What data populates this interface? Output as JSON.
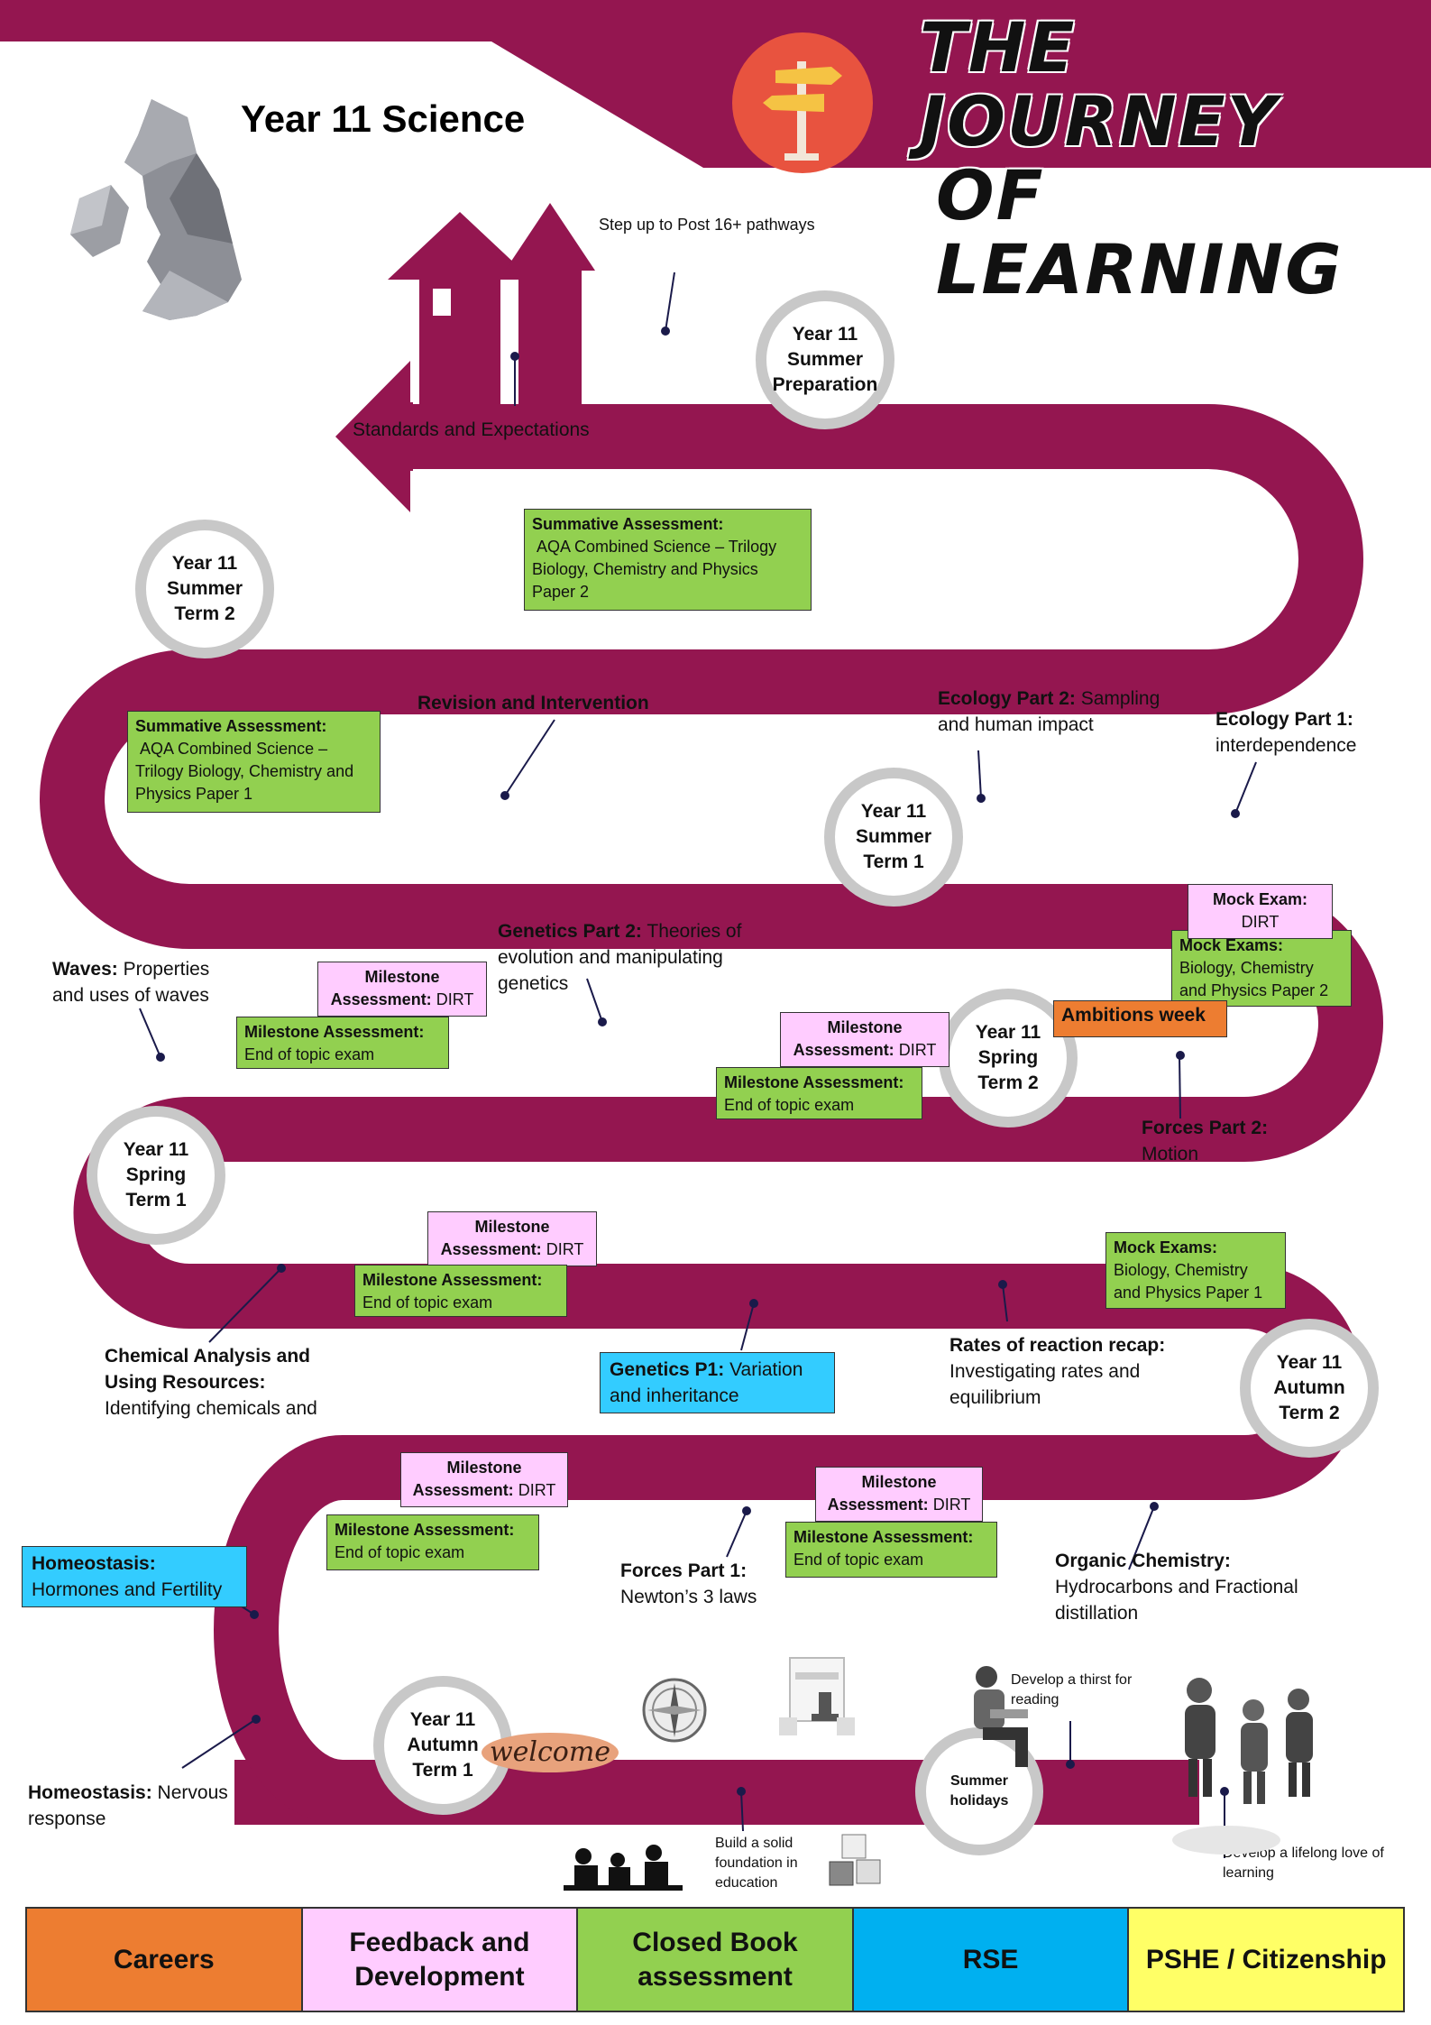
{
  "header": {
    "title_line1": "THE JOURNEY",
    "title_line2": "OF LEARNING",
    "subject": "Year 11 Science"
  },
  "icons": {
    "signpost": "signpost-icon",
    "uk_map": "uk-map-icon",
    "welcome": "welcome-sign-icon",
    "compass": "compass-icon",
    "approved": "approved-stamp-icon",
    "students": "students-studying-icon",
    "blocks": "building-blocks-icon",
    "reader": "reading-person-icon",
    "walkers": "walking-people-icon"
  },
  "colors": {
    "road": "#941650",
    "header_band": "#941650",
    "careers": "#ed7d31",
    "feedback": "#ffccff",
    "closed_book": "#92d050",
    "rse": "#33ccff",
    "pshe": "#ffff66"
  },
  "terms": {
    "summer_prep": "Year 11\nSummer\nPreparation",
    "summer2": "Year 11\nSummer\nTerm 2",
    "summer1": "Year 11\nSummer\nTerm 1",
    "spring2": "Year 11\nSpring\nTerm 2",
    "spring1": "Year 11\nSpring\nTerm 1",
    "autumn2": "Year 11\nAutumn\nTerm 2",
    "autumn1": "Year 11\nAutumn\nTerm 1",
    "holidays": "Summer\nholidays"
  },
  "labels": {
    "step_up": "Step up to Post 16+ pathways",
    "standards": "Standards and Expectations",
    "revision": "Revision and Intervention",
    "ecology2_bold": "Ecology Part 2:",
    "ecology2_text": " Sampling and human impact",
    "ecology1_bold": "Ecology Part 1:",
    "ecology1_text": "interdependence",
    "genetics2_bold": "Genetics Part 2:",
    "genetics2_text": " Theories of evolution and manipulating genetics",
    "waves_bold": "Waves:",
    "waves_text": "  Properties and uses of waves",
    "forces2_bold": "Forces Part 2:",
    "forces2_text": "Motion",
    "chem_bold": "Chemical Analysis and Using Resources:",
    "chem_text": "Identifying chemicals and",
    "rates_bold": "Rates of reaction recap:",
    "rates_text": "Investigating rates and equilibrium",
    "forces1_bold": "Forces Part 1:",
    "forces1_text": "Newton’s 3 laws",
    "organic_bold": "Organic Chemistry:",
    "organic_text": "Hydrocarbons and Fractional distillation",
    "homeo_nerv_bold": "Homeostasis:",
    "homeo_nerv_text": " Nervous response",
    "thirst": "Develop a thirst for reading",
    "foundation": "Build a solid foundation in education",
    "lifelong": "Develop a lifelong love of learning"
  },
  "boxes": {
    "summative2_bold": "Summative Assessment:",
    "summative2_text": "AQA Combined Science – Trilogy Biology, Chemistry and Physics Paper 2",
    "summative1_bold": "Summative Assessment:",
    "summative1_text": "AQA Combined Science – Trilogy Biology, Chemistry and Physics Paper 1",
    "mock_dirt_bold": "Mock Exam:",
    "mock_dirt_text": "DIRT",
    "mock2_bold": "Mock Exams:",
    "mock2_text": "Biology, Chemistry and Physics Paper 2",
    "mock1_bold": "Mock Exams:",
    "mock1_text": "Biology, Chemistry and Physics Paper 1",
    "ambitions": "Ambitions week",
    "milestone_bold": "Milestone",
    "milestone_assess": "Assessment:",
    "milestone_dirt": "DIRT",
    "milestone_green_bold": "Milestone Assessment:",
    "milestone_green_text": "End of topic exam",
    "genetics1_bold": "Genetics P1:",
    "genetics1_text": " Variation and inheritance",
    "homeo_horm_bold": "Homeostasis:",
    "homeo_horm_text": "Hormones and Fertility"
  },
  "legend": {
    "careers": "Careers",
    "feedback": "Feedback and Development",
    "closed_book": "Closed Book assessment",
    "rse": "RSE",
    "pshe": "PSHE / Citizenship"
  }
}
